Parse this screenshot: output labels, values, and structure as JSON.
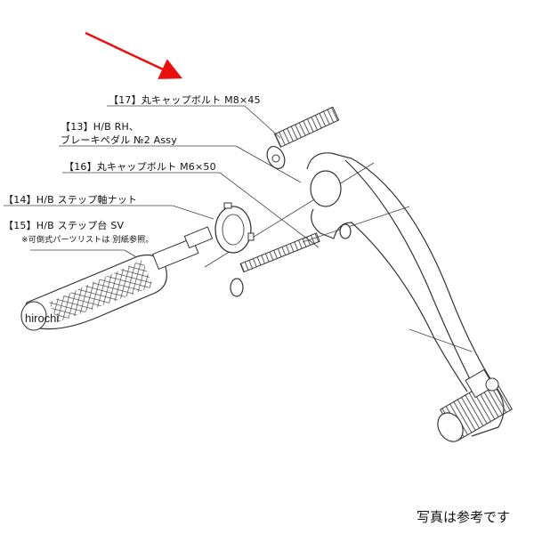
{
  "diagram": {
    "type": "exploded-parts-diagram",
    "subject": "brake pedal assembly",
    "accent_color": "#e8110f",
    "line_color": "#333333"
  },
  "parts": [
    {
      "id": "17",
      "label": "【17】丸キャップボルト M8×45"
    },
    {
      "id": "13",
      "label": "【13】H/B RH、",
      "label2": "ブレーキペダル №2 Assy"
    },
    {
      "id": "16",
      "label": "【16】丸キャップボルト M6×50"
    },
    {
      "id": "14",
      "label": "【14】H/B ステップ軸ナット"
    },
    {
      "id": "15",
      "label": "【15】H/B ステップ台 SV",
      "note": "※可倒式パーツリストは 別紙参照。"
    }
  ],
  "watermark": "hirochi",
  "caption": "写真は参考です"
}
